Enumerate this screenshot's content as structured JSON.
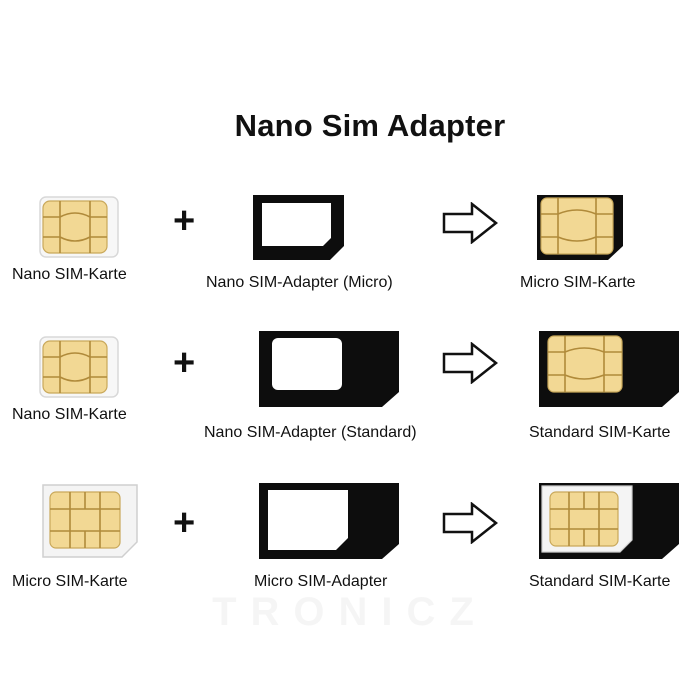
{
  "title": "Nano Sim Adapter",
  "watermark": "TRONICZ",
  "rows": [
    {
      "source_label": "Nano SIM-Karte",
      "adapter_label": "Nano SIM-Adapter (Micro)",
      "result_label": "Micro SIM-Karte",
      "operator": "+"
    },
    {
      "source_label": "Nano SIM-Karte",
      "adapter_label": "Nano SIM-Adapter (Standard)",
      "result_label": "Standard SIM-Karte",
      "operator": "+"
    },
    {
      "source_label": "Micro SIM-Karte",
      "adapter_label": "Micro SIM-Adapter",
      "result_label": "Standard SIM-Karte",
      "operator": "+"
    }
  ],
  "icons": [
    "sim-chip-icon",
    "adapter-frame-icon",
    "arrow-right-icon"
  ],
  "colors": {
    "chip_gold": "#f2d894",
    "chip_outline": "#b08a3a",
    "adapter_black": "#0d0d0d",
    "card_white": "#f6f6f6"
  }
}
